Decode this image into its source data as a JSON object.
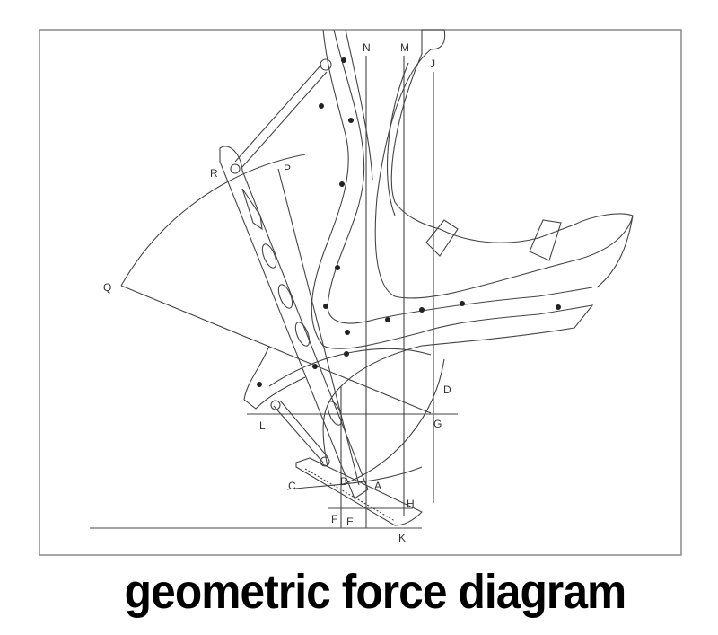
{
  "caption": "geometric force diagram",
  "labels": {
    "N": "N",
    "M": "M",
    "J": "J",
    "R": "R",
    "P": "P",
    "Q": "Q",
    "D": "D",
    "G": "G",
    "L": "L",
    "C": "C",
    "B": "B",
    "A": "A",
    "H": "H",
    "F": "F",
    "E": "E",
    "K": "K"
  }
}
